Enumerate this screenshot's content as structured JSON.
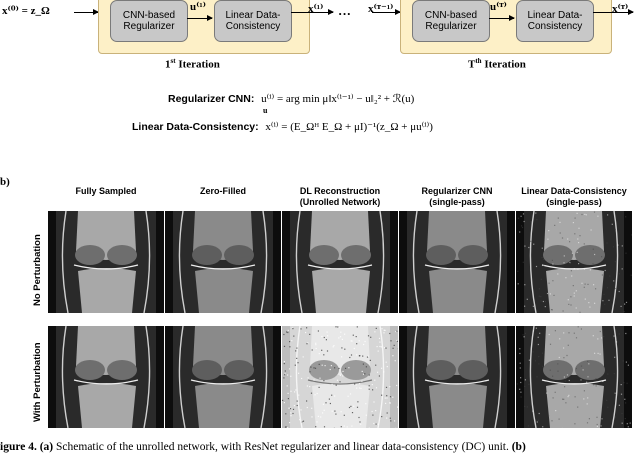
{
  "schematic": {
    "input_symbol": "x⁽⁰⁾ = z_Ω",
    "iter1": {
      "block_reg": "CNN-based Regularizer",
      "block_dc": "Linear Data-Consistency",
      "u_symbol": "u⁽¹⁾",
      "x_symbol": "x⁽¹⁾",
      "label_num": "1",
      "label_sup": "st",
      "label_text": " Iteration"
    },
    "dots": "···",
    "iterT": {
      "in_symbol": "x⁽ᵀ⁻¹⁾",
      "block_reg": "CNN-based Regularizer",
      "block_dc": "Linear Data-Consistency",
      "u_symbol": "u⁽ᵀ⁾",
      "x_symbol": "x⁽ᵀ⁾",
      "label_num": "T",
      "label_sup": "th",
      "label_text": " Iteration"
    }
  },
  "equations": {
    "reg_label": "Regularizer CNN:",
    "reg_eq": "u⁽ⁱ⁾ = arg min μ‖x⁽ⁱ⁻¹⁾ − u‖₂² + ℛ(u)",
    "reg_under": "u",
    "dc_label": "Linear Data-Consistency:",
    "dc_eq": "x⁽ⁱ⁾ = (E_Ωᴴ E_Ω + μI)⁻¹(z_Ω + μu⁽ⁱ⁾)"
  },
  "panel_b_label": "b)",
  "columns": [
    {
      "line1": "Fully Sampled",
      "line2": ""
    },
    {
      "line1": "Zero-Filled",
      "line2": ""
    },
    {
      "line1": "DL Reconstruction",
      "line2": "(Unrolled Network)"
    },
    {
      "line1": "Regularizer CNN",
      "line2": "(single-pass)"
    },
    {
      "line1": "Linear Data-Consistency",
      "line2": "(single-pass)"
    }
  ],
  "rows": [
    {
      "label": "No Perturbation"
    },
    {
      "label": "With Perturbation"
    }
  ],
  "caption": {
    "prefix": "igure 4.",
    "a_tag": "(a)",
    "a_text": " Schematic of the unrolled network, with ResNet regularizer and linear data-consistency (DC) unit.",
    "b_tag": "(b)"
  }
}
